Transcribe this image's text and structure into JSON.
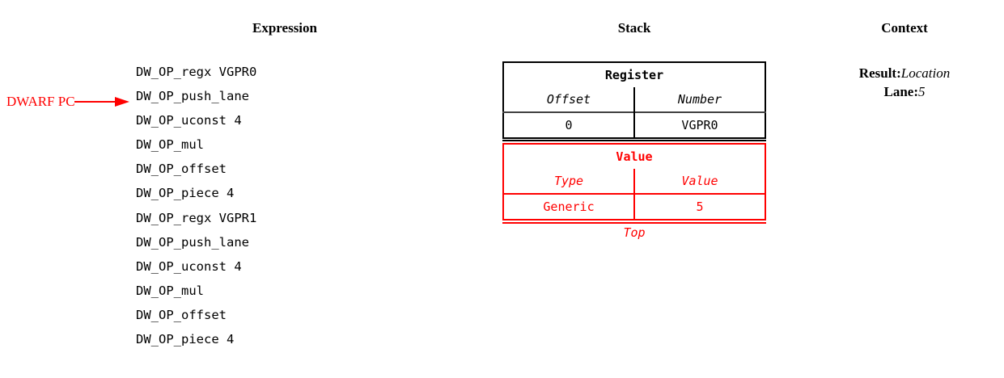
{
  "headings": {
    "expression": "Expression",
    "stack": "Stack",
    "context": "Context"
  },
  "pointer": {
    "label": "DWARF PC",
    "icon": "arrow-right-icon",
    "color": "#ff0000",
    "points_to_line_index": 2
  },
  "expression": {
    "lines": [
      "DW_OP_regx VGPR0",
      "DW_OP_push_lane",
      "DW_OP_uconst 4",
      "DW_OP_mul",
      "DW_OP_offset",
      "DW_OP_piece 4",
      "DW_OP_regx VGPR1",
      "DW_OP_push_lane",
      "DW_OP_uconst 4",
      "DW_OP_mul",
      "DW_OP_offset",
      "DW_OP_piece 4"
    ]
  },
  "stack": {
    "top_label": "Top",
    "entries": [
      {
        "title": "Register",
        "color": "#000000",
        "fields": [
          "Offset",
          "Number"
        ],
        "values": [
          "0",
          "VGPR0"
        ]
      },
      {
        "title": "Value",
        "color": "#ff0000",
        "fields": [
          "Type",
          "Value"
        ],
        "values": [
          "Generic",
          "5"
        ]
      }
    ]
  },
  "context": {
    "rows": [
      {
        "key": "Result:",
        "value": "Location"
      },
      {
        "key": "Lane:",
        "value": "5"
      }
    ]
  }
}
